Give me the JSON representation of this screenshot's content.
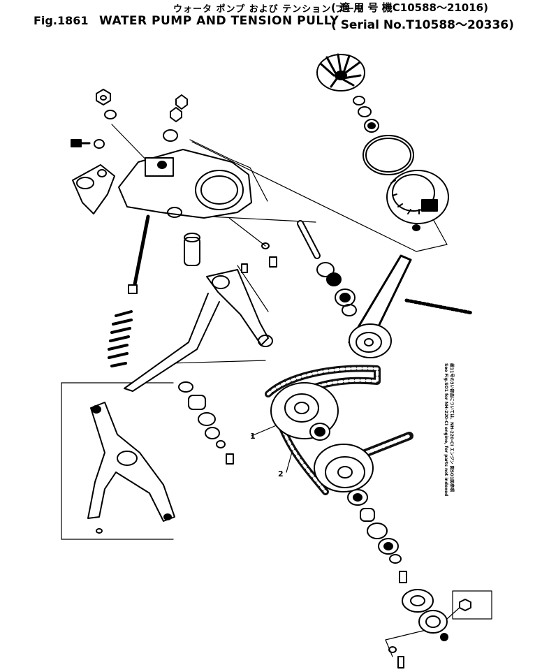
{
  "header": {
    "fig_label": "Fig.1861",
    "title_jp": "ウォータ ポンプ および テンション プーリ",
    "title_en": "WATER PUMP AND TENSION PULLY",
    "applic_jp": "( 適 用 号 機C10588～21016)",
    "applic_en": "( Serial No.T10588～20336)"
  },
  "side_note": {
    "line1_jp": "総11号の3い部品については、NH-220-CI エンジン 図SO1図参照",
    "line2_en": "See Fig.SO1 for NH-220-CI engine, for parts not indexed"
  },
  "callouts": [
    {
      "label": "1"
    },
    {
      "label": "2"
    }
  ]
}
